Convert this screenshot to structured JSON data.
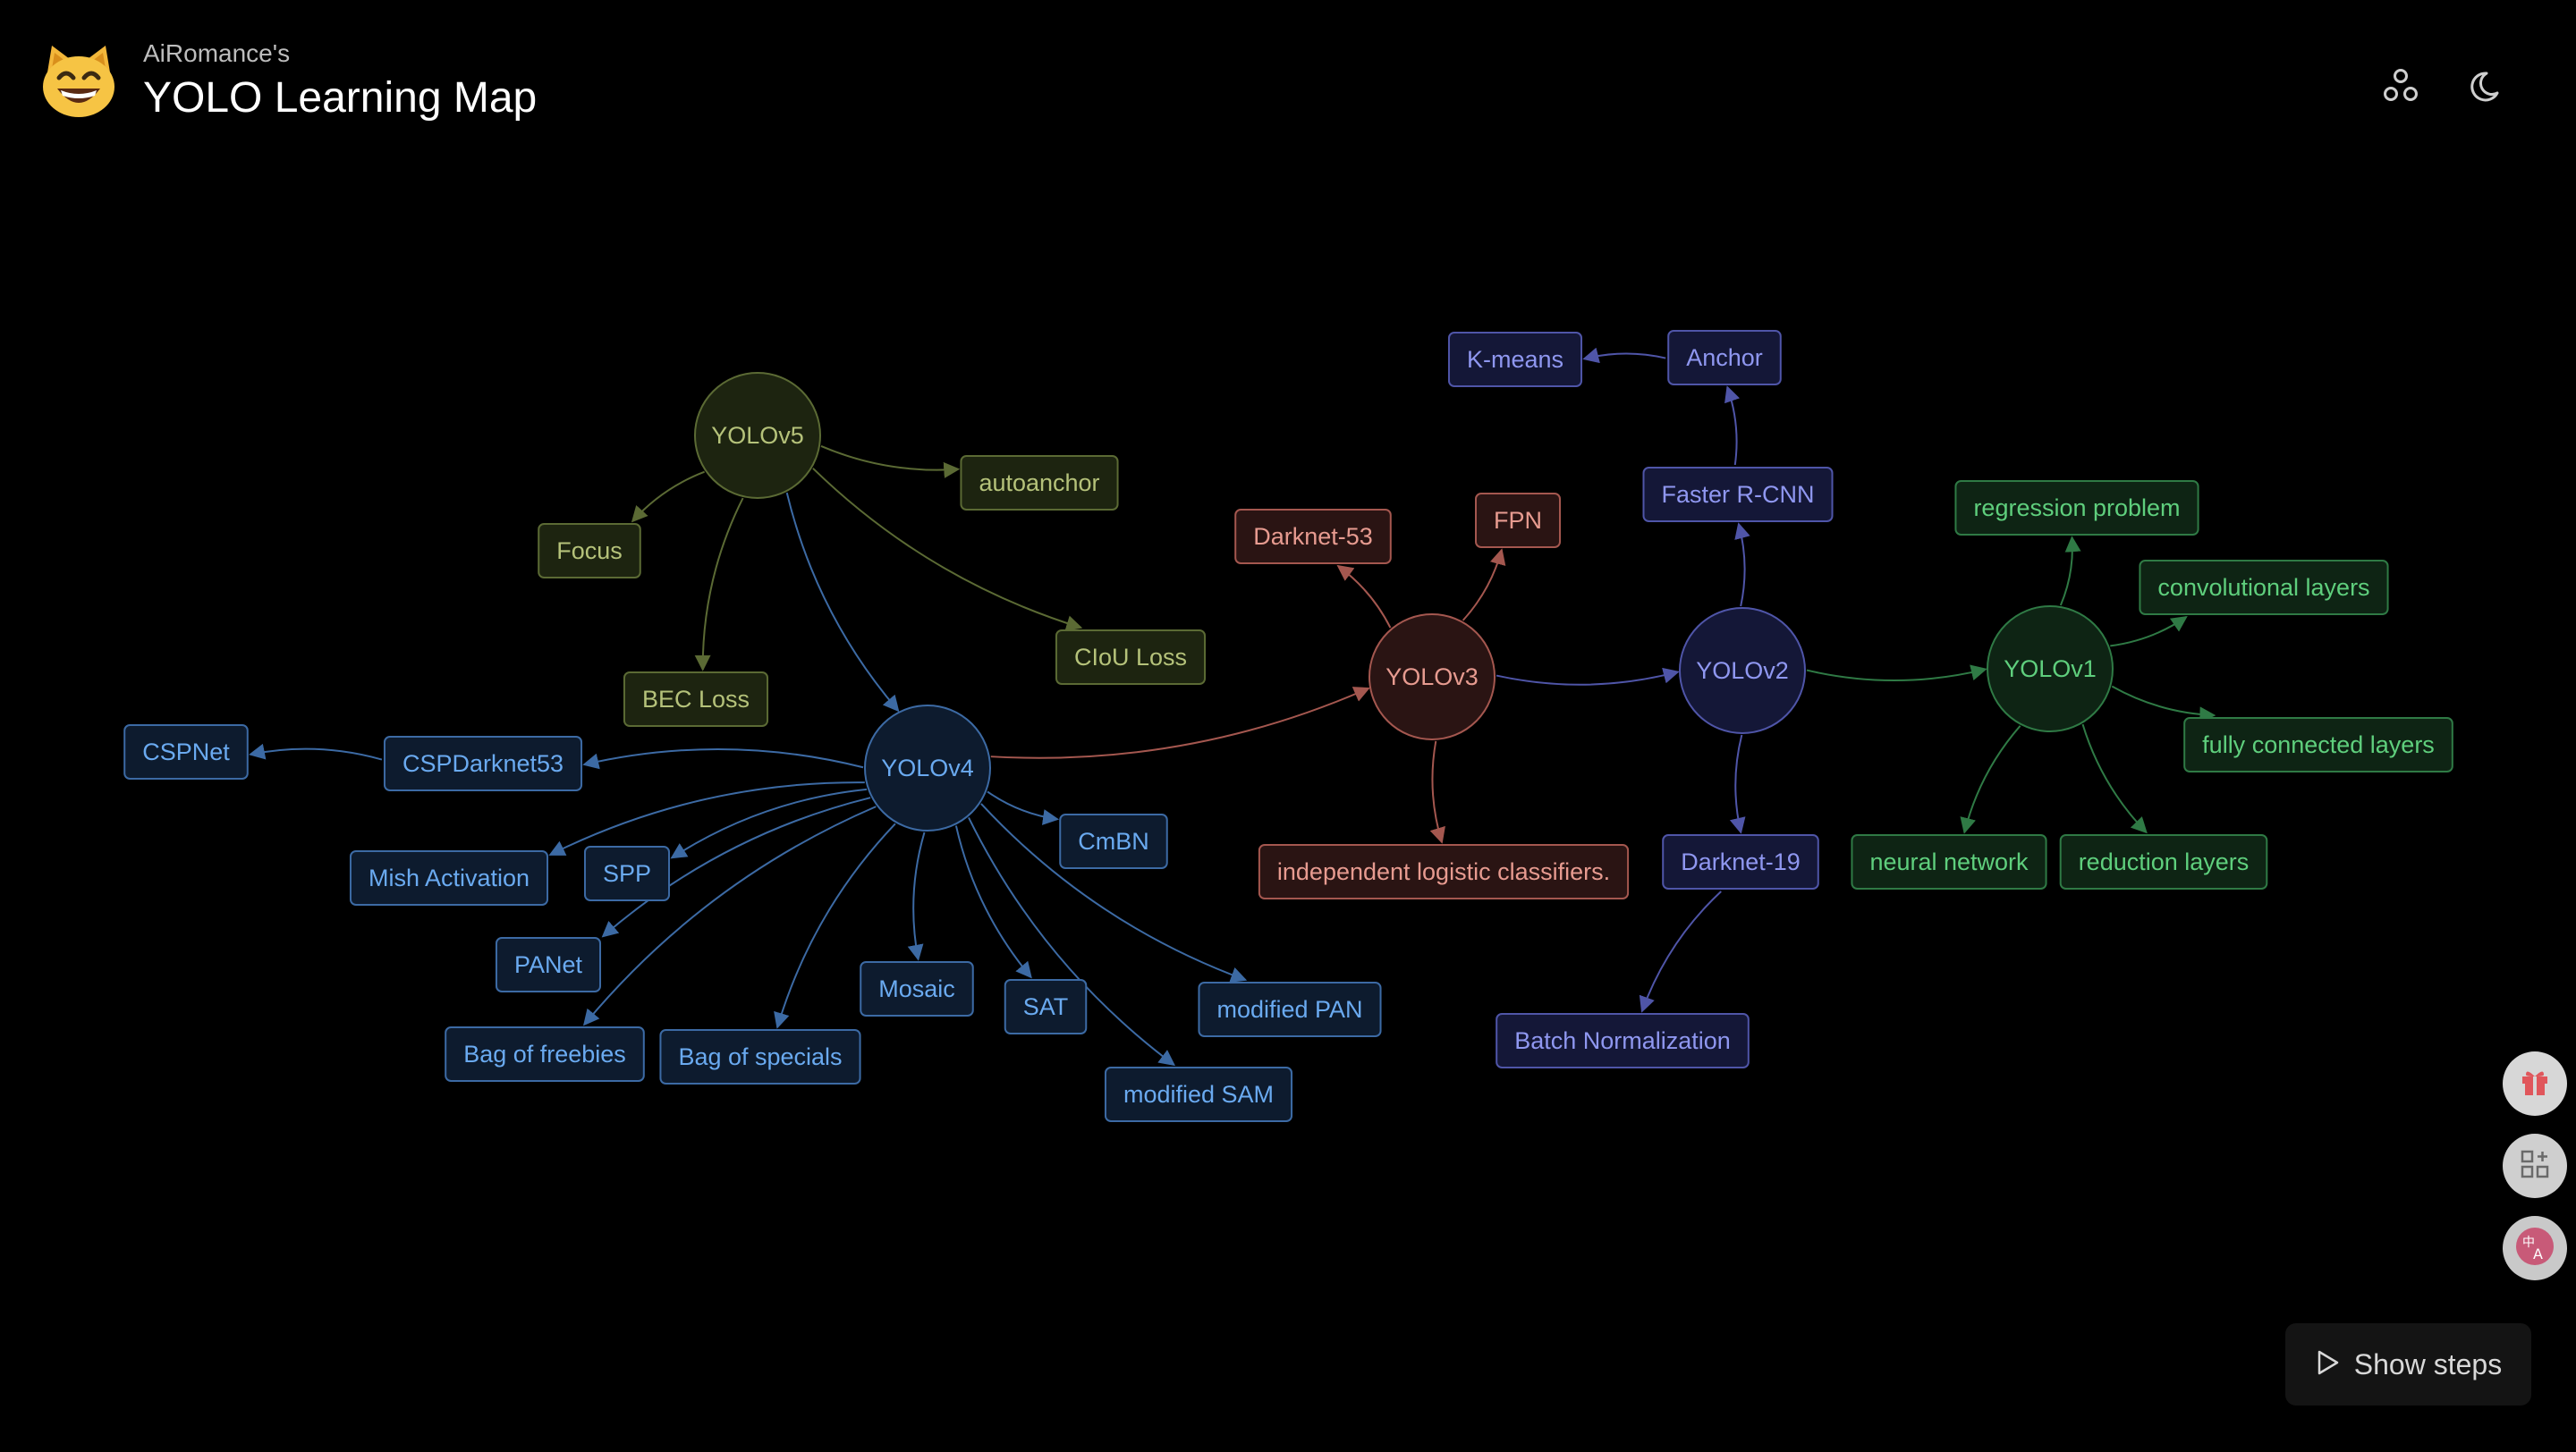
{
  "header": {
    "subtitle": "AiRomance's",
    "title": "YOLO Learning Map",
    "logo_icon": "cat-face-icon"
  },
  "toolbar": {
    "layout_icon": "circles-layout-icon",
    "theme_icon": "moon-icon"
  },
  "side_buttons": [
    {
      "name": "gift-button",
      "icon": "gift-icon"
    },
    {
      "name": "apps-button",
      "icon": "apps-icon"
    },
    {
      "name": "translate-button",
      "icon": "translate-icon"
    }
  ],
  "show_steps": {
    "label": "Show steps",
    "icon": "play-icon"
  },
  "groups": {
    "v5": {
      "stroke": "#5b6a34",
      "fill": "#1d2410",
      "text": "#b5c27a"
    },
    "v4": {
      "stroke": "#3c6aa4",
      "fill": "#0d1b2e",
      "text": "#6aaaf0"
    },
    "v3": {
      "stroke": "#a4574f",
      "fill": "#2a1413",
      "text": "#e79b90"
    },
    "v2": {
      "stroke": "#4f55a8",
      "fill": "#141737",
      "text": "#8f97f0"
    },
    "v1": {
      "stroke": "#2f7a45",
      "fill": "#0e2414",
      "text": "#5fcf7d"
    }
  },
  "nodes": [
    {
      "id": "yolov5",
      "label": "YOLOv5",
      "shape": "circle",
      "group": "v5"
    },
    {
      "id": "autoanchor",
      "label": "autoanchor",
      "shape": "box",
      "group": "v5"
    },
    {
      "id": "focus",
      "label": "Focus",
      "shape": "box",
      "group": "v5"
    },
    {
      "id": "bec",
      "label": "BEC Loss",
      "shape": "box",
      "group": "v5"
    },
    {
      "id": "ciou",
      "label": "CIoU Loss",
      "shape": "box",
      "group": "v5"
    },
    {
      "id": "yolov4",
      "label": "YOLOv4",
      "shape": "circle",
      "group": "v4"
    },
    {
      "id": "cspnet",
      "label": "CSPNet",
      "shape": "box",
      "group": "v4"
    },
    {
      "id": "cspdarknet53",
      "label": "CSPDarknet53",
      "shape": "box",
      "group": "v4"
    },
    {
      "id": "mish",
      "label": "Mish Activation",
      "shape": "box",
      "group": "v4"
    },
    {
      "id": "spp",
      "label": "SPP",
      "shape": "box",
      "group": "v4"
    },
    {
      "id": "cmbn",
      "label": "CmBN",
      "shape": "box",
      "group": "v4"
    },
    {
      "id": "panet",
      "label": "PANet",
      "shape": "box",
      "group": "v4"
    },
    {
      "id": "freebies",
      "label": "Bag of freebies",
      "shape": "box",
      "group": "v4"
    },
    {
      "id": "specials",
      "label": "Bag of specials",
      "shape": "box",
      "group": "v4"
    },
    {
      "id": "mosaic",
      "label": "Mosaic",
      "shape": "box",
      "group": "v4"
    },
    {
      "id": "sat",
      "label": "SAT",
      "shape": "box",
      "group": "v4"
    },
    {
      "id": "modpan",
      "label": "modified PAN",
      "shape": "box",
      "group": "v4"
    },
    {
      "id": "modsam",
      "label": "modified SAM",
      "shape": "box",
      "group": "v4"
    },
    {
      "id": "yolov3",
      "label": "YOLOv3",
      "shape": "circle",
      "group": "v3"
    },
    {
      "id": "darknet53",
      "label": "Darknet-53",
      "shape": "box",
      "group": "v3"
    },
    {
      "id": "fpn",
      "label": "FPN",
      "shape": "box",
      "group": "v3"
    },
    {
      "id": "logistic",
      "label": "independent logistic classifiers.",
      "shape": "box",
      "group": "v3"
    },
    {
      "id": "yolov2",
      "label": "YOLOv2",
      "shape": "circle",
      "group": "v2"
    },
    {
      "id": "kmeans",
      "label": "K-means",
      "shape": "box",
      "group": "v2"
    },
    {
      "id": "anchor",
      "label": "Anchor",
      "shape": "box",
      "group": "v2"
    },
    {
      "id": "fasterrcnn",
      "label": "Faster R-CNN",
      "shape": "box",
      "group": "v2"
    },
    {
      "id": "darknet19",
      "label": "Darknet-19",
      "shape": "box",
      "group": "v2"
    },
    {
      "id": "batchnorm",
      "label": "Batch Normalization",
      "shape": "box",
      "group": "v2"
    },
    {
      "id": "yolov1",
      "label": "YOLOv1",
      "shape": "circle",
      "group": "v1"
    },
    {
      "id": "regression",
      "label": "regression problem",
      "shape": "box",
      "group": "v1"
    },
    {
      "id": "convlayers",
      "label": "convolutional layers",
      "shape": "box",
      "group": "v1"
    },
    {
      "id": "fclayers",
      "label": "fully connected layers",
      "shape": "box",
      "group": "v1"
    },
    {
      "id": "neuralnet",
      "label": "neural network",
      "shape": "box",
      "group": "v1"
    },
    {
      "id": "reduction",
      "label": "reduction layers",
      "shape": "box",
      "group": "v1"
    }
  ],
  "edges": [
    {
      "from": "yolov5",
      "to": "autoanchor",
      "group": "v5"
    },
    {
      "from": "yolov5",
      "to": "focus",
      "group": "v5"
    },
    {
      "from": "yolov5",
      "to": "bec",
      "group": "v5"
    },
    {
      "from": "yolov5",
      "to": "ciou",
      "group": "v5"
    },
    {
      "from": "yolov5",
      "to": "yolov4",
      "group": "v4"
    },
    {
      "from": "yolov4",
      "to": "cspdarknet53",
      "group": "v4"
    },
    {
      "from": "cspdarknet53",
      "to": "cspnet",
      "group": "v4"
    },
    {
      "from": "yolov4",
      "to": "mish",
      "group": "v4"
    },
    {
      "from": "yolov4",
      "to": "spp",
      "group": "v4"
    },
    {
      "from": "yolov4",
      "to": "cmbn",
      "group": "v4"
    },
    {
      "from": "yolov4",
      "to": "panet",
      "group": "v4"
    },
    {
      "from": "yolov4",
      "to": "freebies",
      "group": "v4"
    },
    {
      "from": "yolov4",
      "to": "specials",
      "group": "v4"
    },
    {
      "from": "yolov4",
      "to": "mosaic",
      "group": "v4"
    },
    {
      "from": "yolov4",
      "to": "sat",
      "group": "v4"
    },
    {
      "from": "yolov4",
      "to": "modpan",
      "group": "v4"
    },
    {
      "from": "yolov4",
      "to": "modsam",
      "group": "v4"
    },
    {
      "from": "yolov4",
      "to": "yolov3",
      "group": "v3"
    },
    {
      "from": "yolov3",
      "to": "darknet53",
      "group": "v3"
    },
    {
      "from": "yolov3",
      "to": "fpn",
      "group": "v3"
    },
    {
      "from": "yolov3",
      "to": "logistic",
      "group": "v3"
    },
    {
      "from": "yolov3",
      "to": "yolov2",
      "group": "v2"
    },
    {
      "from": "yolov2",
      "to": "fasterrcnn",
      "group": "v2"
    },
    {
      "from": "fasterrcnn",
      "to": "anchor",
      "group": "v2"
    },
    {
      "from": "anchor",
      "to": "kmeans",
      "group": "v2"
    },
    {
      "from": "yolov2",
      "to": "darknet19",
      "group": "v2"
    },
    {
      "from": "darknet19",
      "to": "batchnorm",
      "group": "v2"
    },
    {
      "from": "yolov2",
      "to": "yolov1",
      "group": "v1"
    },
    {
      "from": "yolov1",
      "to": "regression",
      "group": "v1"
    },
    {
      "from": "yolov1",
      "to": "convlayers",
      "group": "v1"
    },
    {
      "from": "yolov1",
      "to": "fclayers",
      "group": "v1"
    },
    {
      "from": "yolov1",
      "to": "neuralnet",
      "group": "v1"
    },
    {
      "from": "yolov1",
      "to": "reduction",
      "group": "v1"
    }
  ]
}
